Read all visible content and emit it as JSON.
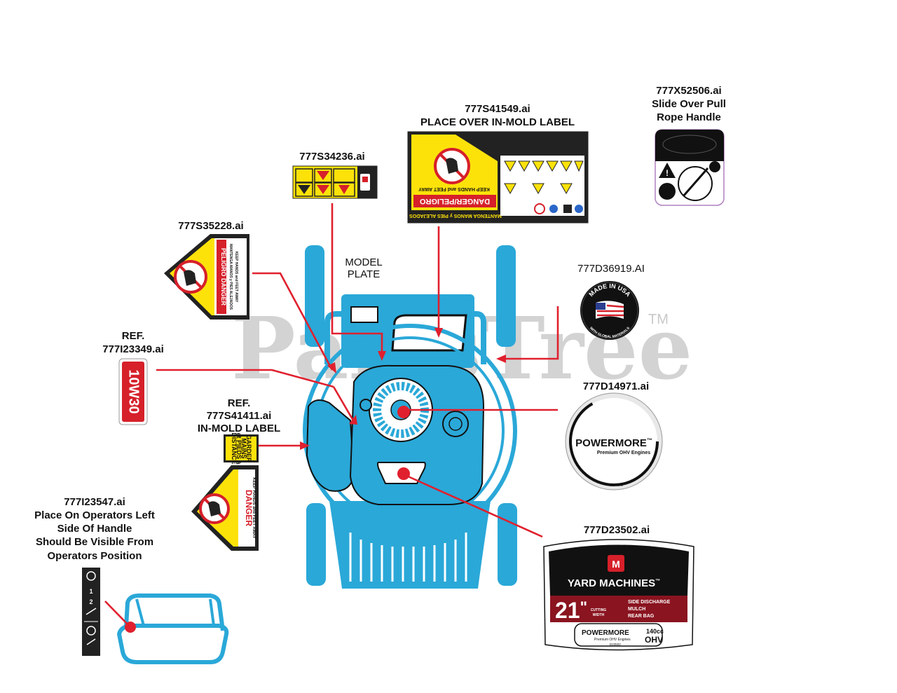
{
  "watermark": {
    "text": "PartsTree",
    "tm": "TM"
  },
  "callouts": {
    "s41549": {
      "line1": "777S41549.ai",
      "line2": "PLACE OVER IN-MOLD LABEL"
    },
    "x52506": {
      "line1": "777X52506.ai",
      "line2": "Slide Over Pull",
      "line3": "Rope Handle"
    },
    "s34236": {
      "line1": "777S34236.ai"
    },
    "s35228": {
      "line1": "777S35228.ai"
    },
    "model_plate": {
      "line1": "MODEL",
      "line2": "PLATE"
    },
    "d36919": {
      "line1": "777D36919.AI"
    },
    "i23349": {
      "line1": "REF.",
      "line2": "777I23349.ai"
    },
    "d14971": {
      "line1": "777D14971.ai"
    },
    "s41411": {
      "line1": "REF.",
      "line2": "777S41411.ai",
      "line3": "IN-MOLD LABEL"
    },
    "d23502": {
      "line1": "777D23502.ai"
    },
    "i23547": {
      "line1": "777I23547.ai",
      "line2": "Place On Operators Left",
      "line3": "Side Of Handle",
      "line4": "Should Be Visible From",
      "line5": "Operators Position"
    }
  },
  "decals": {
    "danger_peligro": {
      "title": "DANGER/PELIGRO",
      "keep": "KEEP HANDS and FEET AWAY",
      "mantenga": "MANTENGA MANOS y PIES ALEJADOS"
    },
    "peligro_danger": {
      "title": "PELIGRO DANGER",
      "mantenga": "MANTENGA MANOS y PIES ALEJADOS",
      "keep": "KEEP HANDS and FEET AWAY"
    },
    "oil": {
      "text": "10W30"
    },
    "garder": {
      "l1": "GARDER",
      "l2": "MAINS",
      "l3": "et PIEDS à",
      "l4": "DISTANCE"
    },
    "danger_inmold": {
      "title": "DANGER",
      "keep": "KEEP HANDS and FEET AWAY"
    },
    "made_in_usa": {
      "top": "MADE IN USA",
      "bottom": "WITH GLOBAL MATERIALS"
    },
    "powermore_round": {
      "brand": "POWERMORE",
      "tm": "™",
      "sub": "Premium OHV Engines",
      "code": "D14971"
    },
    "yard_machines": {
      "brand": "YARD MACHINES",
      "tm": "™",
      "size": "21",
      "unit": "\"",
      "cutting": "CUTTING",
      "width": "WIDTH",
      "opt1": "SIDE DISCHARGE",
      "opt2": "MULCH",
      "opt3": "REAR BAG",
      "engine_brand": "POWERMORE",
      "engine_sub": "Premium OHV Engines",
      "cc": "140cc",
      "ohv": "OHV",
      "code": "D23502"
    },
    "handle_strip": {
      "n1": "1",
      "n2": "2"
    }
  },
  "colors": {
    "mower_blue": "#2aa8d8",
    "arrow_red": "#e0202e",
    "decal_yellow": "#fde20a",
    "danger_red": "#d6202a",
    "dark": "#222222"
  }
}
